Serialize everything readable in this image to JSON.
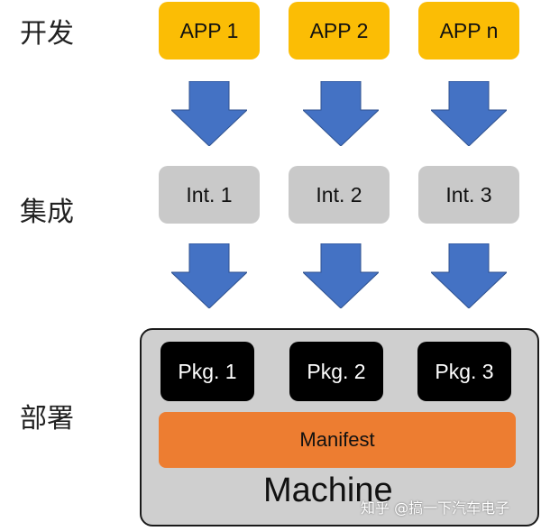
{
  "stages": {
    "develop": "开发",
    "integrate": "集成",
    "deploy": "部署"
  },
  "apps": [
    "APP 1",
    "APP 2",
    "APP n"
  ],
  "integrations": [
    "Int. 1",
    "Int. 2",
    "Int. 3"
  ],
  "packages": [
    "Pkg. 1",
    "Pkg. 2",
    "Pkg. 3"
  ],
  "manifest": "Manifest",
  "machine": "Machine",
  "watermark": "知乎 @搞一下汽车电子",
  "colors": {
    "app": "#FBBD05",
    "int": "#C9C9C9",
    "pkg": "#000000",
    "manifest": "#ED7D31",
    "machine": "#CFCFCF",
    "arrow": "#4472C4"
  }
}
